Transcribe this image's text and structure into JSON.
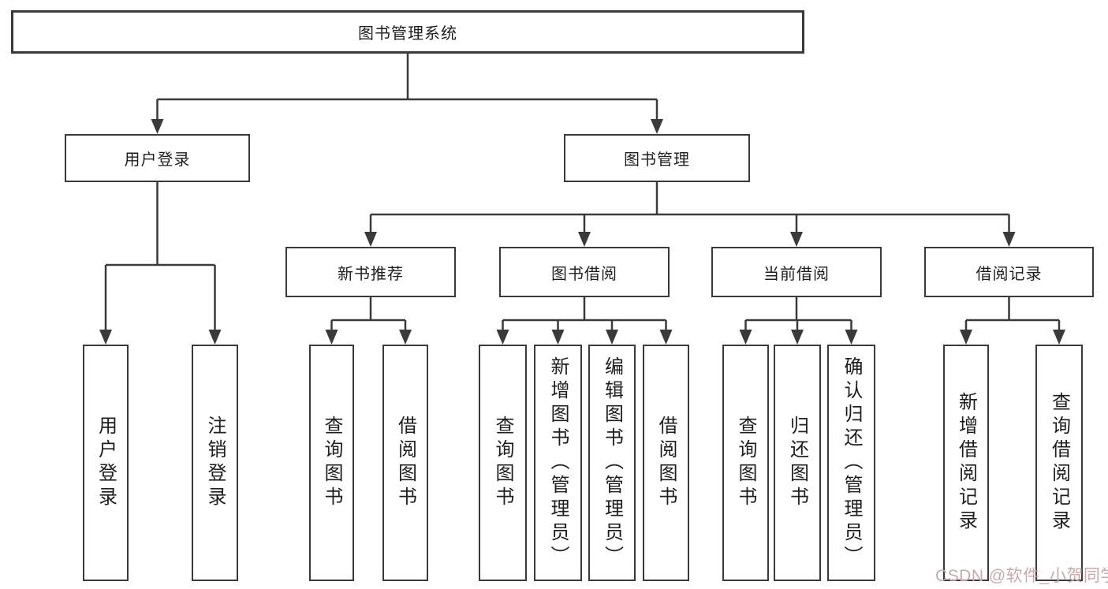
{
  "diagram": {
    "title": "图书管理系统",
    "nodes": {
      "root": "图书管理系统",
      "user_login": "用户登录",
      "book_management": "图书管理",
      "new_book_recommend": "新书推荐",
      "book_borrowing": "图书借阅",
      "current_borrowing": "当前借阅",
      "borrowing_records": "借阅记录",
      "leaf_user_login": "用户登录",
      "leaf_logout": "注销登录",
      "leaf_nb_query_books": "查询图书",
      "leaf_nb_borrow_books": "借阅图书",
      "leaf_bb_query_books": "查询图书",
      "leaf_bb_add_books_admin": "新增图书（管理员）",
      "leaf_bb_edit_books_admin": "编辑图书（管理员）",
      "leaf_bb_borrow_books": "借阅图书",
      "leaf_cb_query_books": "查询图书",
      "leaf_cb_return_books": "归还图书",
      "leaf_cb_confirm_return_admin": "确认归还（管理员）",
      "leaf_br_add_record": "新增借阅记录",
      "leaf_br_query_record": "查询借阅记录"
    }
  },
  "watermark": {
    "text": "CSDN @软件_小贺同学",
    "color": "#c9a9a9"
  },
  "colors": {
    "line": "#3a3a3a",
    "box_border": "#3a3a3a",
    "text": "#1e1e1e",
    "background": "#ffffff"
  }
}
